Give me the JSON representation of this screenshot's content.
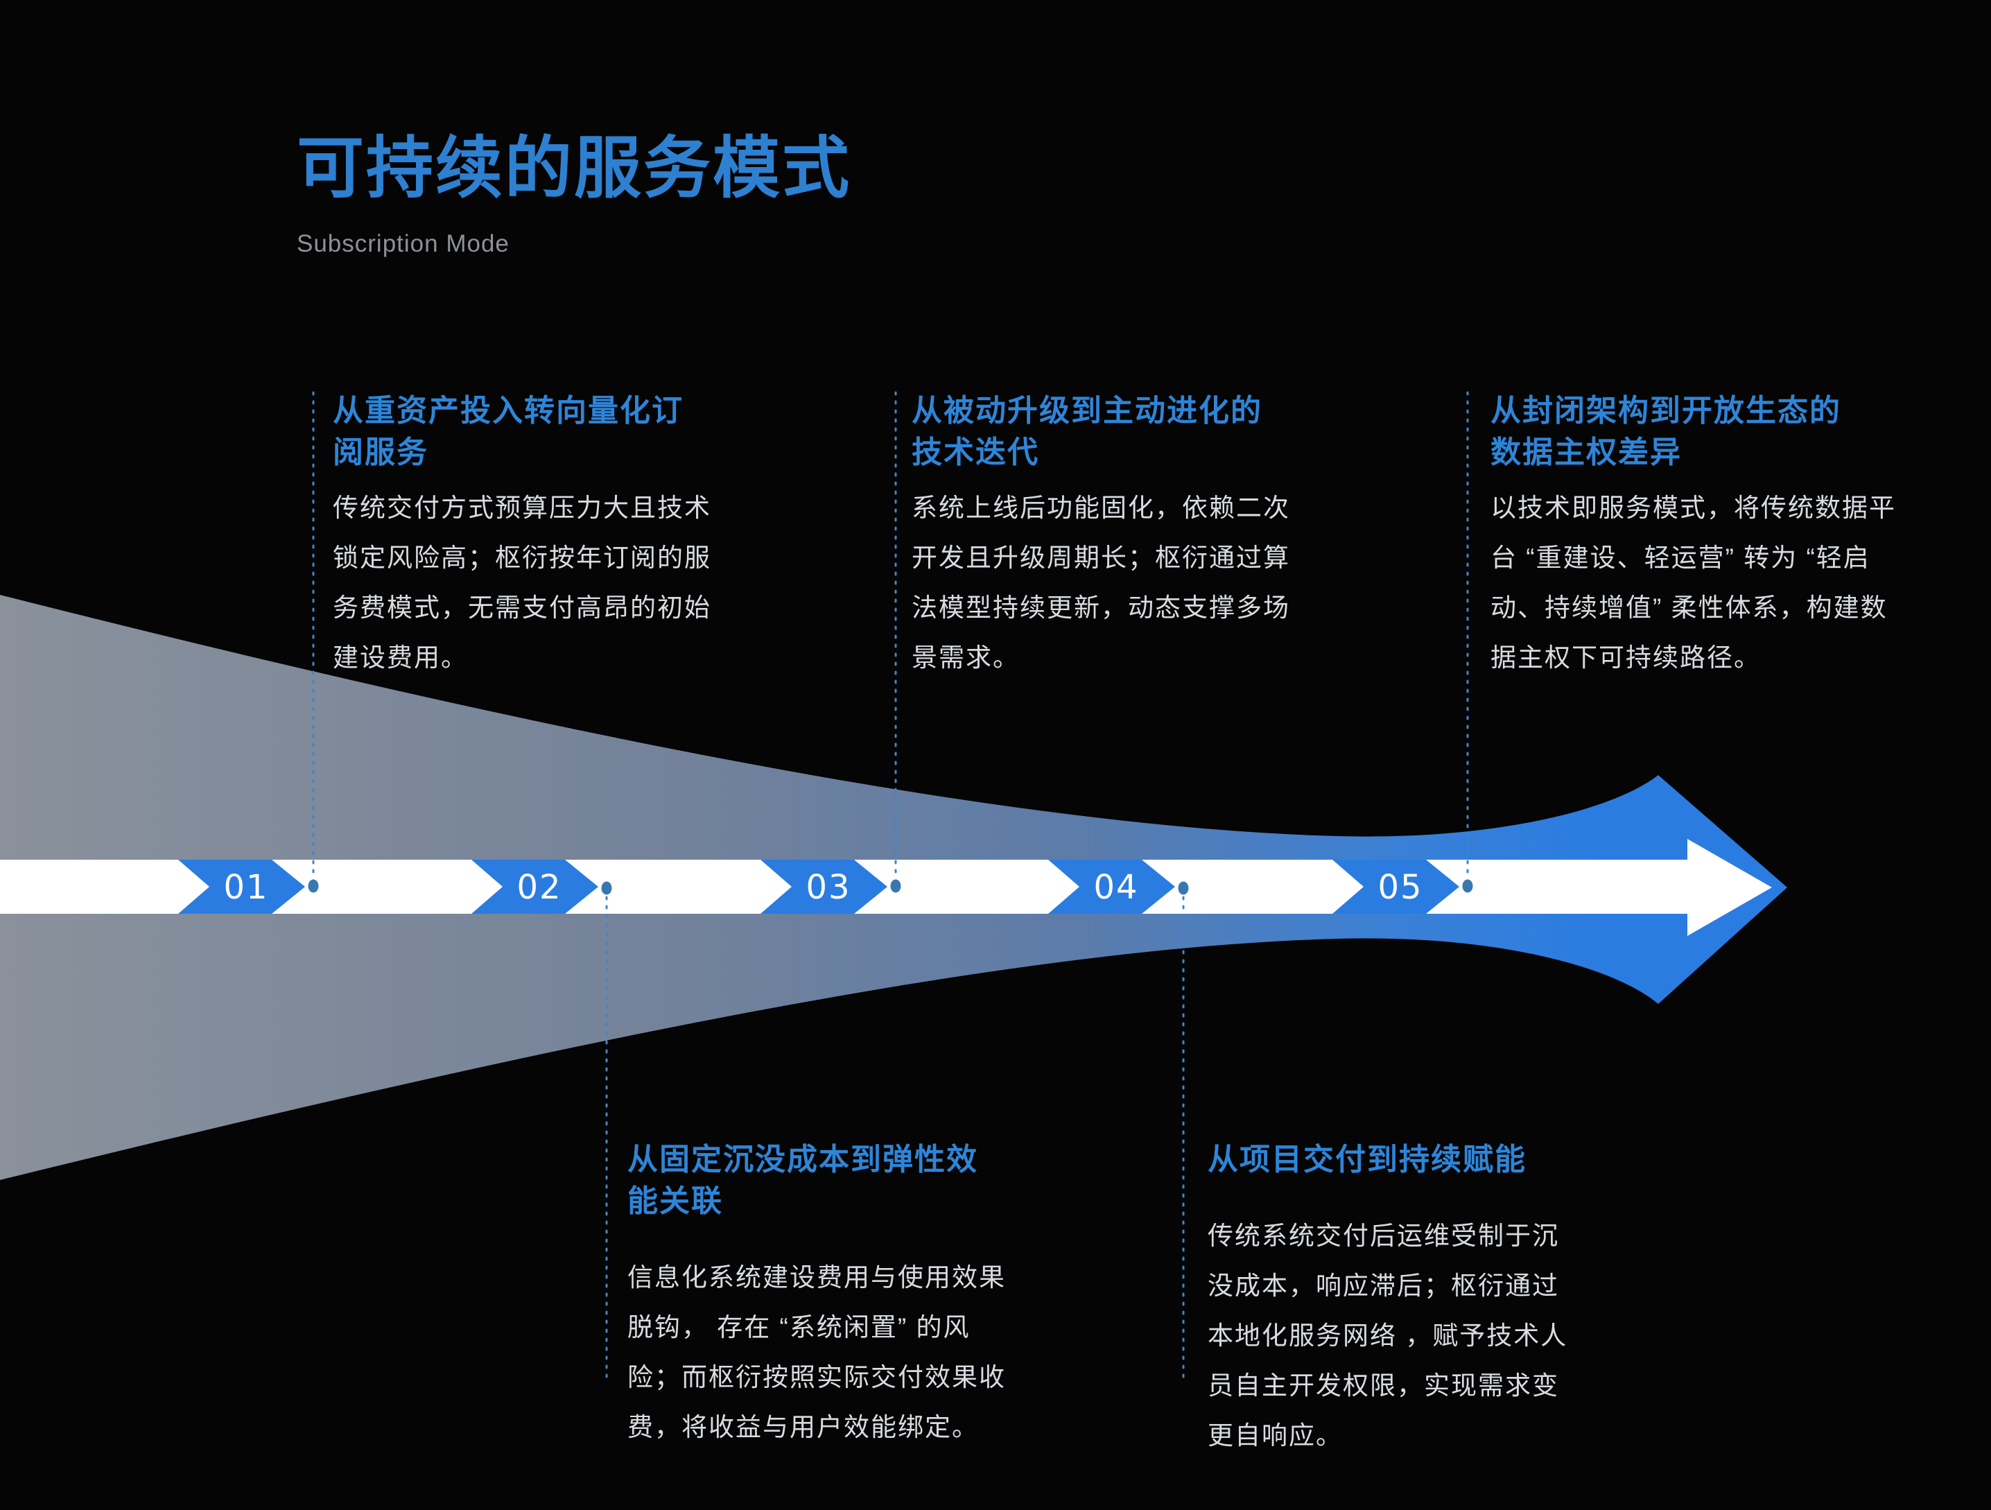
{
  "header": {
    "title": "可持续的服务模式",
    "subtitle": "Subscription Mode"
  },
  "steps": [
    {
      "number": "01"
    },
    {
      "number": "02"
    },
    {
      "number": "03"
    },
    {
      "number": "04"
    },
    {
      "number": "05"
    }
  ],
  "top_blocks": [
    {
      "heading_lines": [
        "从重资产投入转向量化订",
        "阅服务"
      ],
      "body_lines": [
        "传统交付方式预算压力大且技术",
        "锁定风险高；枢衍按年订阅的服",
        "务费模式，无需支付高昂的初始",
        "建设费用。"
      ]
    },
    {
      "heading_lines": [
        "从被动升级到主动进化的",
        "技术迭代"
      ],
      "body_lines": [
        "系统上线后功能固化，依赖二次",
        "开发且升级周期长；枢衍通过算",
        "法模型持续更新，动态支撑多场",
        "景需求。"
      ]
    },
    {
      "heading_lines": [
        "从封闭架构到开放生态的",
        "数据主权差异"
      ],
      "body_lines": [
        "以技术即服务模式，将传统数据平",
        "台 “重建设、轻运营” 转为 “轻启",
        "动、持续增值” 柔性体系，构建数",
        "据主权下可持续路径。"
      ]
    }
  ],
  "bottom_blocks": [
    {
      "heading_lines": [
        "从固定沉没成本到弹性效",
        "能关联"
      ],
      "body_lines": [
        "信息化系统建设费用与使用效果",
        "脱钩， 存在 “系统闲置” 的风",
        "险；而枢衍按照实际交付效果收",
        "费，将收益与用户效能绑定。"
      ]
    },
    {
      "heading_lines": [
        "从项目交付到持续赋能"
      ],
      "body_lines": [
        "传统系统交付后运维受制于沉",
        "没成本，响应滞后；枢衍通过",
        "本地化服务网络 ，赋予技术人",
        "员自主开发权限，实现需求变",
        "更自响应。"
      ]
    }
  ],
  "colors": {
    "bg": "#050505",
    "title": "#2e80d0",
    "subtitle": "#8d9299",
    "heading": "#2e85d8",
    "body": "#d8dce1",
    "accent": "#2a7ce1",
    "band": "#ffffff",
    "stepNumber": "#ffffff",
    "funnelGray": "#8a919b",
    "funnelMid": "#73829a",
    "funnelSteel": "#5d7ca9",
    "funnelBlue": "#3a80d6",
    "dotted": "#3f86c9",
    "dot": "#3878b0"
  }
}
